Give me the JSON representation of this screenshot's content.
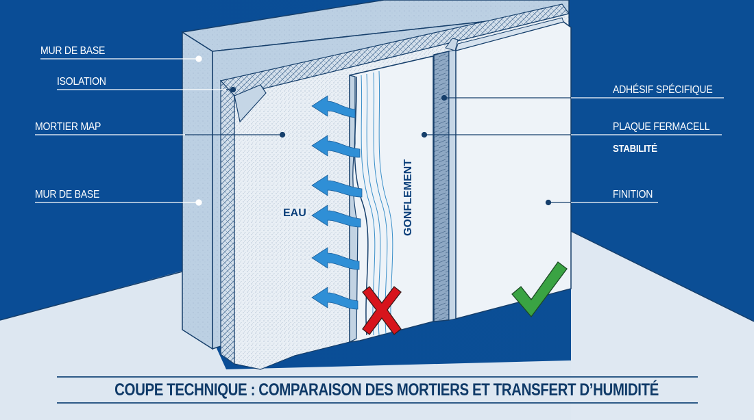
{
  "colors": {
    "background_blue": "#0b4f98",
    "floor": "#dde7f1",
    "wall": "#b9cde0",
    "wall_dark": "#9fb8d0",
    "outline": "#163f6b",
    "water_arrow": "#2f8fd6",
    "cross_red": "#d7141c",
    "check_green": "#3aa343",
    "title_text": "#0f3a68"
  },
  "labels_left": [
    {
      "text": "MUR DE BASE"
    },
    {
      "text": "ISOLATION"
    },
    {
      "text": "MORTIER MAP"
    },
    {
      "text": "MUR DE BASE"
    }
  ],
  "labels_right": [
    {
      "text": "ADHÉSIF SPÉCIFIQUE"
    },
    {
      "text": "PLAQUE FERMACELL"
    },
    {
      "text": "STABILITÉ"
    },
    {
      "text": "FINITION"
    }
  ],
  "annotations": {
    "water": "EAU",
    "swelling": "GONFLEMENT"
  },
  "icons": {
    "water_arrows": "water-arrow-icon",
    "fail": "cross-icon",
    "ok": "checkmark-icon"
  },
  "title": "COUPE TECHNIQUE : COMPARAISON DES MORTIERS ET TRANSFERT D’HUMIDITÉ"
}
